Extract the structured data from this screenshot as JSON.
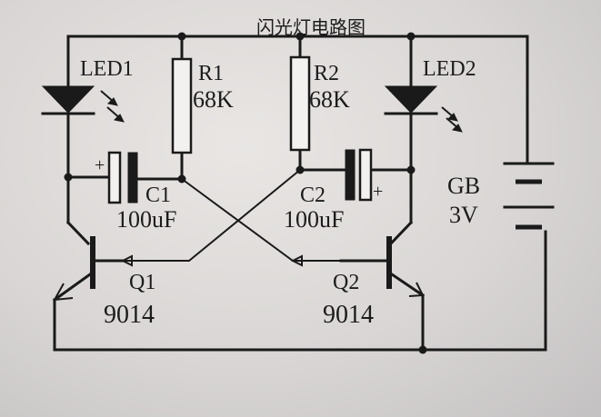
{
  "title": "闪光灯电路图",
  "led1": {
    "label": "LED1"
  },
  "led2": {
    "label": "LED2"
  },
  "r1": {
    "name": "R1",
    "value": "68K"
  },
  "r2": {
    "name": "R2",
    "value": "68K"
  },
  "c1": {
    "name": "C1",
    "value": "100uF",
    "polarity": "+"
  },
  "c2": {
    "name": "C2",
    "value": "100uF",
    "polarity": "+"
  },
  "q1": {
    "name": "Q1",
    "part": "9014"
  },
  "q2": {
    "name": "Q2",
    "part": "9014"
  },
  "battery": {
    "name": "GB",
    "voltage": "3V"
  },
  "colors": {
    "ink": "#1a1a1a",
    "paper": "#dcd9d8"
  }
}
